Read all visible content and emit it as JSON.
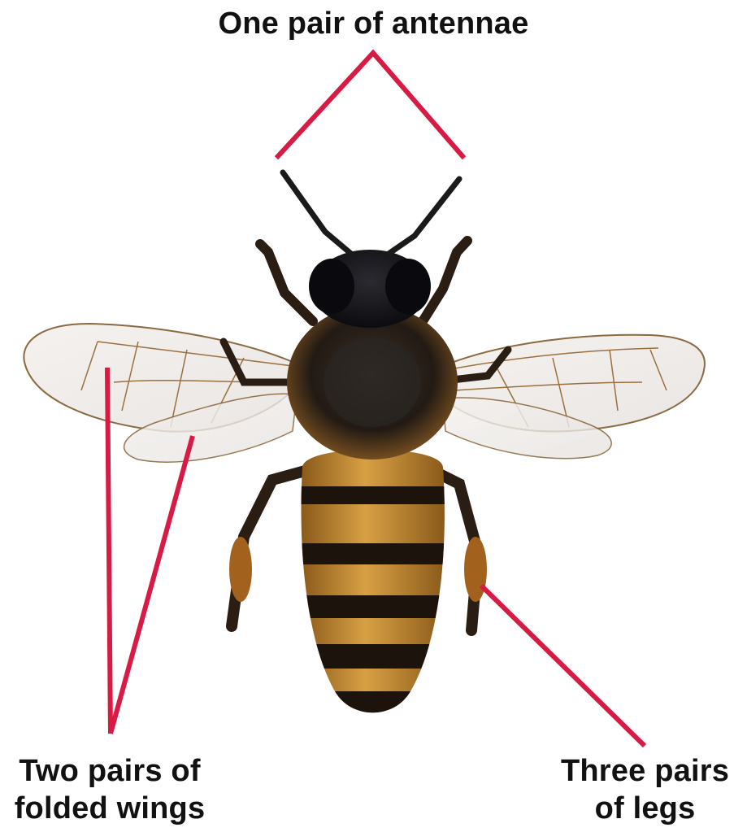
{
  "labels": {
    "antennae": "One pair of antennae",
    "wings_line1": "Two pairs of",
    "wings_line2": "folded wings",
    "legs_line1": "Three pairs",
    "legs_line2": "of legs"
  },
  "colors": {
    "pointer": "#d81b45",
    "text": "#111111",
    "background": "#ffffff",
    "bee_stripe_dark": "#1c140c",
    "bee_stripe_gold": "#c98a2a"
  },
  "icons": {
    "subject": "honeybee-icon"
  }
}
